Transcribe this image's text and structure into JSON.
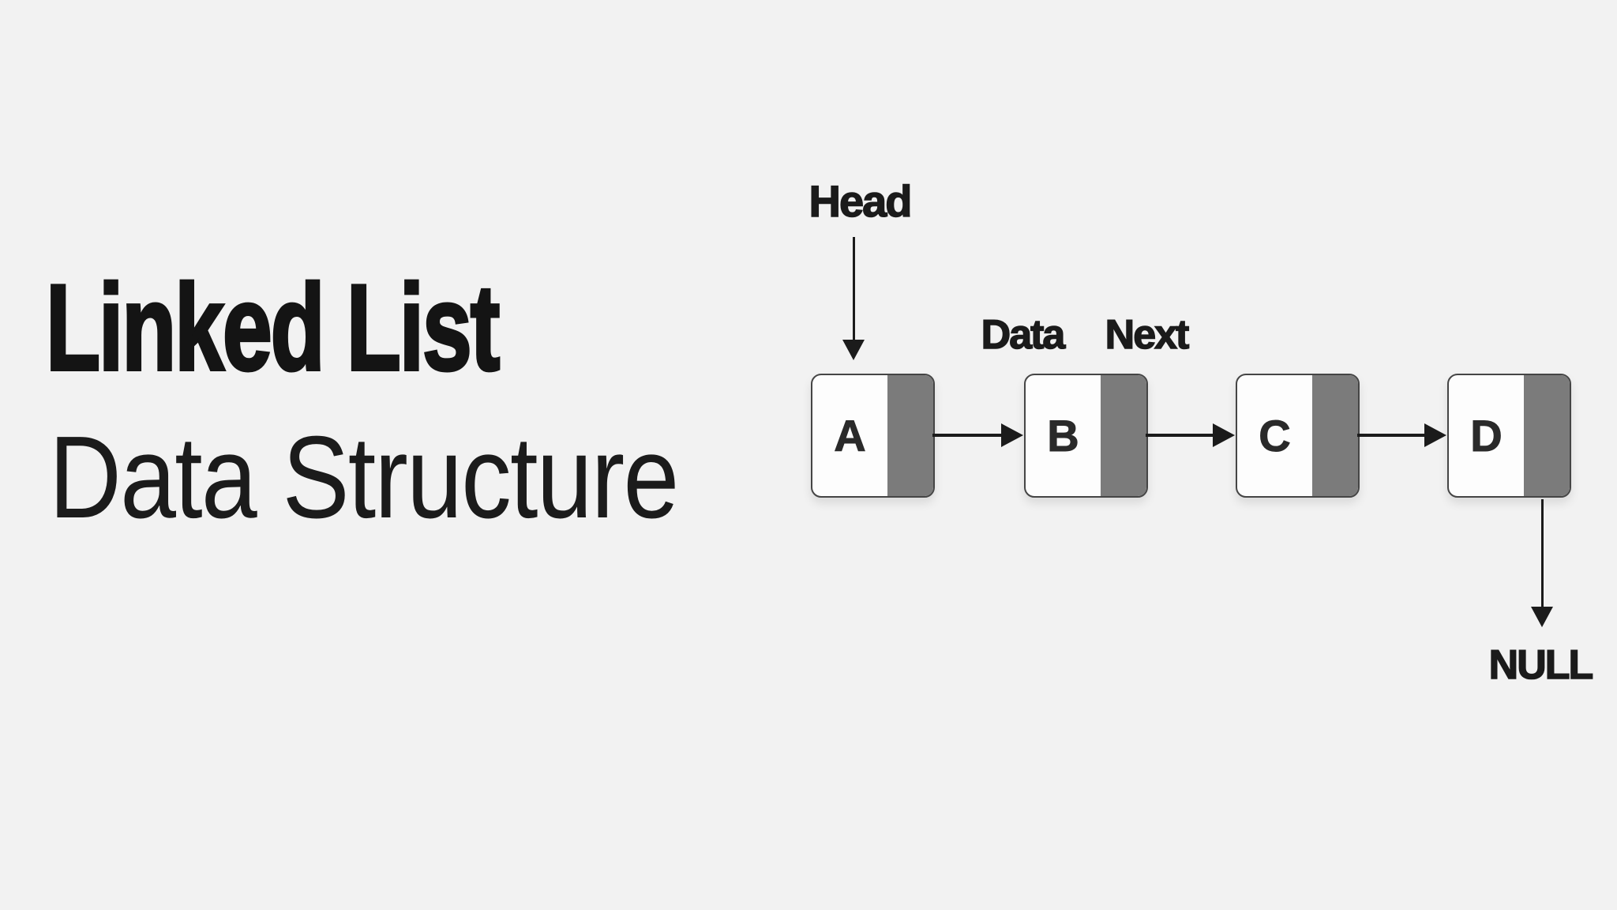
{
  "title": {
    "line1": "Linked List",
    "line2": "Data Structure"
  },
  "diagram": {
    "head_label": "Head",
    "field_labels": {
      "data": "Data",
      "next": "Next"
    },
    "null_label": "NULL",
    "nodes": [
      {
        "letter": "A"
      },
      {
        "letter": "B"
      },
      {
        "letter": "C"
      },
      {
        "letter": "D"
      }
    ]
  },
  "colors": {
    "background": "#f2f2f2",
    "node_fill": "#fdfdfd",
    "node_pointer_fill": "#7b7b7b",
    "node_border": "#454545",
    "ink": "#1b1b1b"
  }
}
